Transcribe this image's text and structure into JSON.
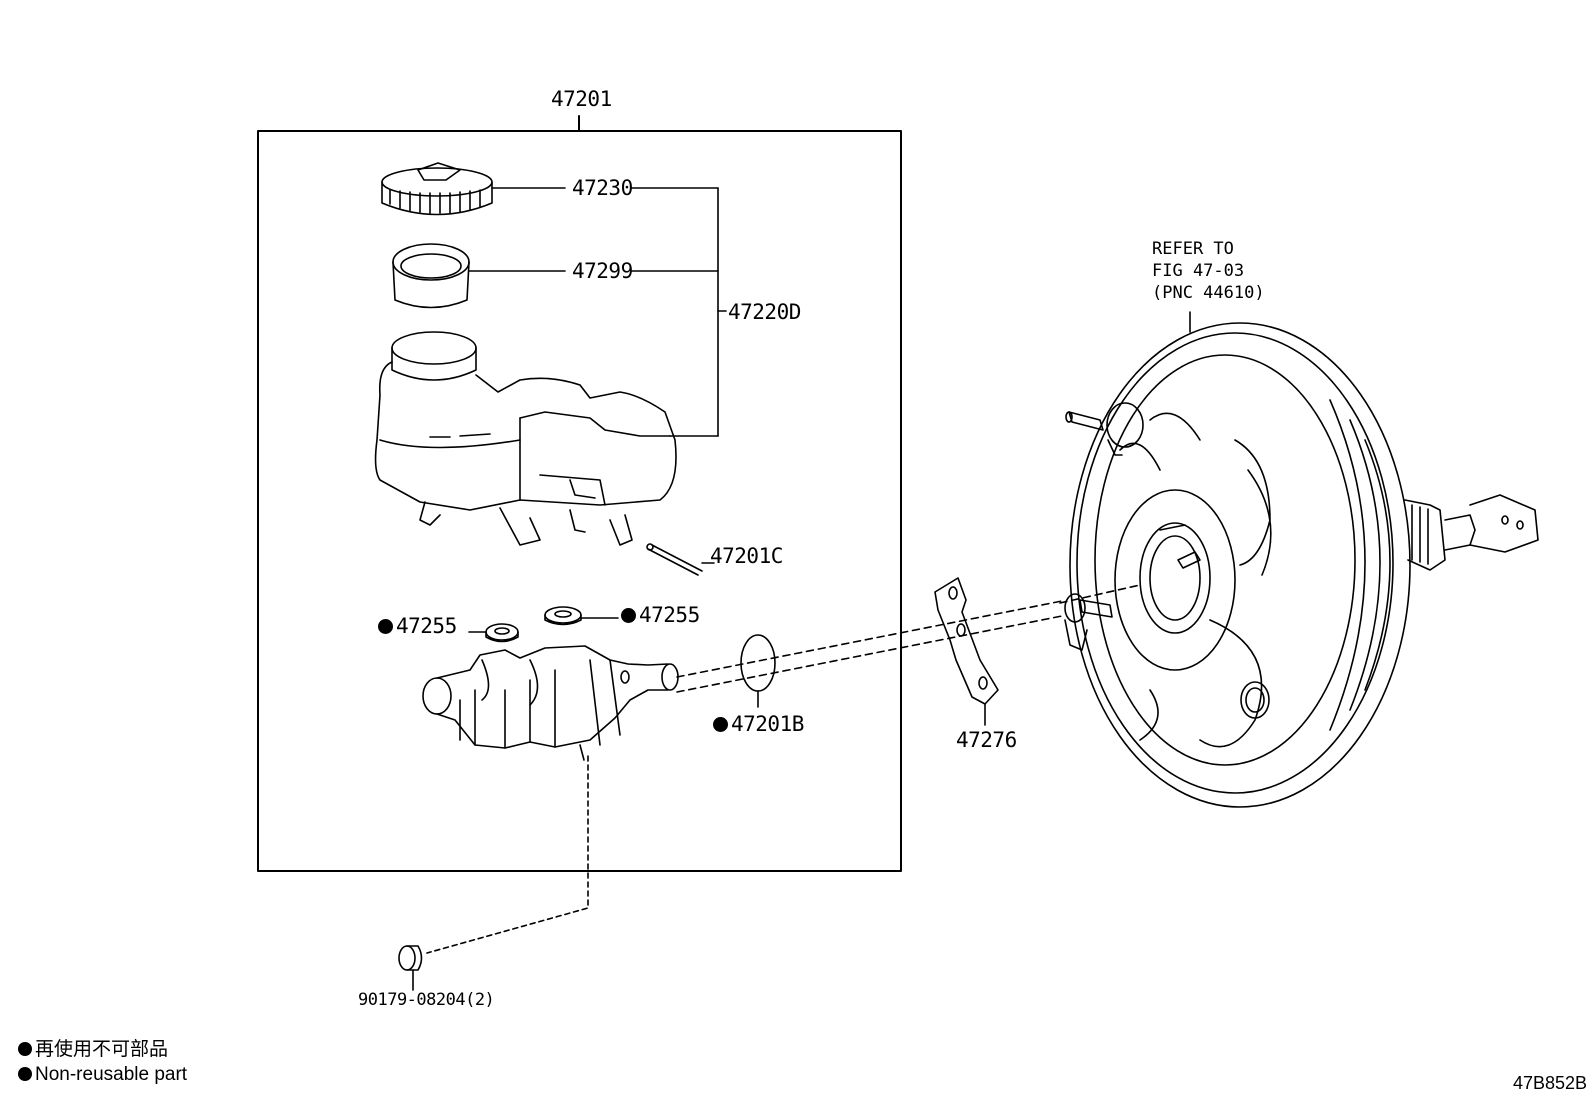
{
  "labels": {
    "assembly": "47201",
    "cap": "47230",
    "strainer": "47299",
    "reservoir_set": "47220D",
    "pin": "47201C",
    "grommet_left": "47255",
    "grommet_right": "47255",
    "oring": "47201B",
    "gasket": "47276",
    "plug": "90179-08204(2)"
  },
  "refer_note": {
    "line1": "REFER TO",
    "line2": "FIG 47-03",
    "line3": "(PNC 44610)"
  },
  "legend": {
    "japanese": "再使用不可部品",
    "english": "Non-reusable part"
  },
  "figure_code": "47B852B"
}
